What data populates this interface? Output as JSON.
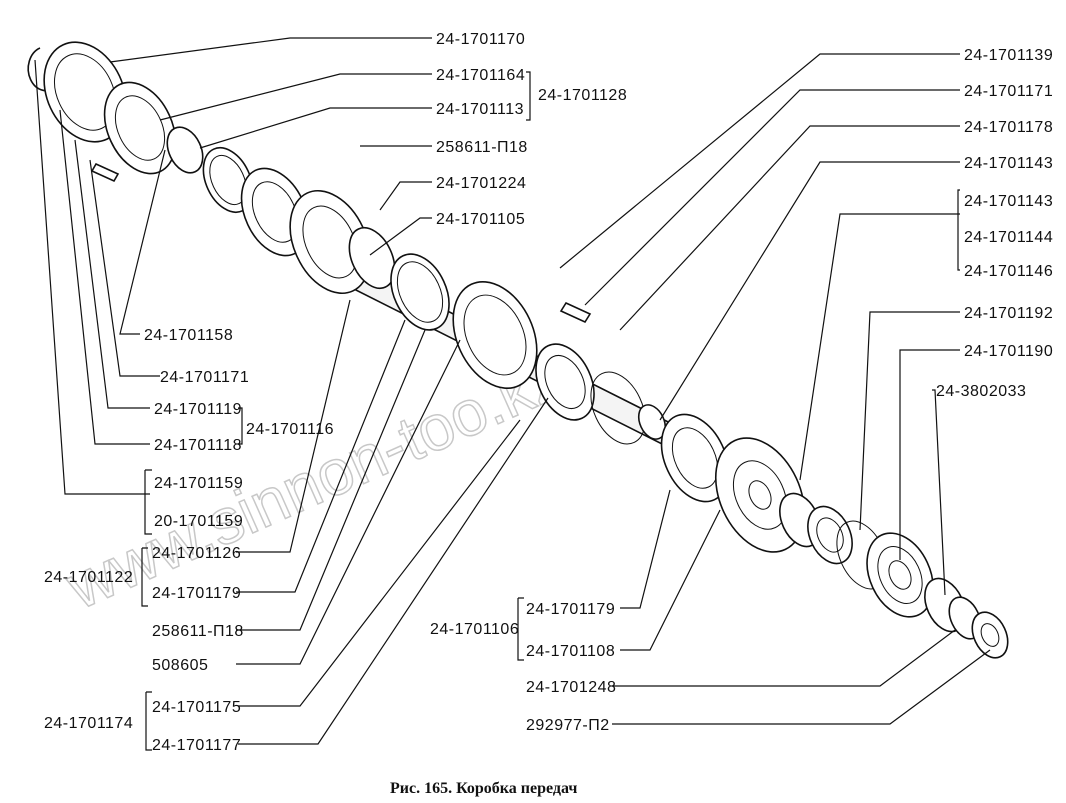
{
  "watermark": "www.sinnon-too.kz",
  "caption": "Рис. 165. Коробка передач",
  "labels_right": {
    "l1": "24-1701170",
    "l2": "24-1701164",
    "l3": "24-1701113",
    "g1": "24-1701128",
    "l4": "258611-П18",
    "l5": "24-1701224",
    "l6": "24-1701105",
    "r1": "24-1701139",
    "r2": "24-1701171",
    "r3": "24-1701178",
    "r4": "24-1701143",
    "r5": "24-1701143",
    "r6": "24-1701144",
    "r7": "24-1701146",
    "r8": "24-1701192",
    "r9": "24-1701190",
    "r10": "24-3802033"
  },
  "labels_left": {
    "a1": "24-1701158",
    "a2": "24-1701171",
    "a3": "24-1701119",
    "a4": "24-1701118",
    "g2": "24-1701116",
    "a5": "24-1701159",
    "a6": "20-1701159",
    "a7": "24-1701126",
    "a8": "24-1701179",
    "g3": "24-1701122",
    "a9": "258611-П18",
    "a10": "508605",
    "a11": "24-1701175",
    "a12": "24-1701177",
    "g4": "24-1701174"
  },
  "labels_bottom": {
    "b1": "24-1701179",
    "b2": "24-1701108",
    "g5": "24-1701106",
    "b3": "24-1701248",
    "b4": "292977-П2"
  }
}
